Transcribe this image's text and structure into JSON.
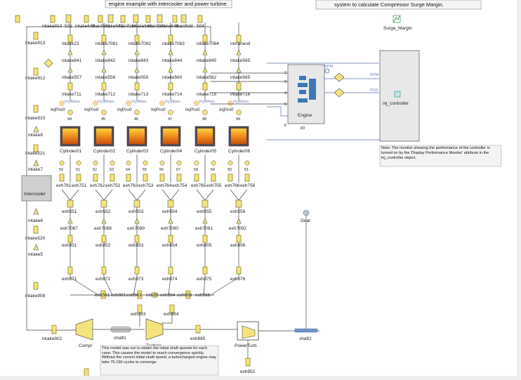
{
  "header": {
    "title_left": "engine example with intercooler and power turbine.",
    "title_right": "system to calculate Compressor Surge Margin."
  },
  "top_row": [
    "intake914",
    "531",
    "intake640",
    "manifold",
    "intake642",
    "manifold",
    "intake644",
    "manifold",
    "intake646",
    "manifold",
    "504"
  ],
  "left_column": [
    "intake913",
    "intake912",
    "intake910",
    "intake8",
    "intake521",
    "intake7",
    "intake6",
    "intake520",
    "intake5",
    "intake908",
    "intake902"
  ],
  "intercooler": "Intercooler",
  "cylinders": [
    {
      "name": "Cylinder01",
      "runner_top": "intake23",
      "runner_a": "intake841",
      "runner_b": "intake557",
      "runner_c": "intake711",
      "inj": "InjPro0",
      "inj_val": "44",
      "valves": [
        "50",
        "51"
      ],
      "exh_ports": [
        "exh761",
        "exh751"
      ],
      "exh_a": "exh551",
      "exh_b": "exh7087",
      "exh_c": "exh851",
      "exh_d": "exh871"
    },
    {
      "name": "Cylinder02",
      "runner_top": "intake7081",
      "runner_a": "intake842",
      "runner_b": "intake558",
      "runner_c": "intake712",
      "inj": "InjPro0",
      "inj_val": "45",
      "valves": [
        "52",
        "53"
      ],
      "exh_ports": [
        "exh762",
        "exh752"
      ],
      "exh_a": "exh552",
      "exh_b": "exh7088",
      "exh_c": "exh852",
      "exh_d": "exh872"
    },
    {
      "name": "Cylinder03",
      "runner_top": "intake7082",
      "runner_a": "intake843",
      "runner_b": "intake559",
      "runner_c": "intake713",
      "inj": "InjPro0",
      "inj_val": "46",
      "valves": [
        "54",
        "55"
      ],
      "exh_ports": [
        "exh763",
        "exh753"
      ],
      "exh_a": "exh553",
      "exh_b": "exh7089",
      "exh_c": "exh853",
      "exh_d": "exh873"
    },
    {
      "name": "Cylinder04",
      "runner_top": "intake7083",
      "runner_a": "intake844",
      "runner_b": "intake560",
      "runner_c": "intake714",
      "inj": "InjPro0",
      "inj_val": "47",
      "valves": [
        "56",
        "57"
      ],
      "exh_ports": [
        "exh764",
        "exh754"
      ],
      "exh_a": "exh554",
      "exh_b": "exh7090",
      "exh_c": "exh854",
      "exh_d": "exh874"
    },
    {
      "name": "Cylinder05",
      "runner_top": "intake7084",
      "runner_a": "intake845",
      "runner_b": "intake562",
      "runner_c": "intake715",
      "inj": "InjPro0",
      "inj_val": "48",
      "valves": [
        "58",
        "59"
      ],
      "exh_ports": [
        "exh765",
        "exh755"
      ],
      "exh_a": "exh555",
      "exh_b": "exh7091",
      "exh_c": "exh855",
      "exh_d": "exh875"
    },
    {
      "name": "Cylinder06",
      "runner_top": "inmanend",
      "runner_a": "intake565",
      "runner_b": "intake565",
      "runner_c": "intake716",
      "inj": "InjPro0",
      "inj_val": "49",
      "valves": [
        "60",
        "61"
      ],
      "exh_ports": [
        "exh766",
        "exh756"
      ],
      "exh_a": "exh556",
      "exh_b": "exh7092",
      "exh_c": "exh856",
      "exh_d": "exh876"
    }
  ],
  "inj_mass_label": "Inj_Mass",
  "exhaust_collector": [
    "exh561",
    "exh881",
    "exh563",
    "exh85",
    "exh564",
    "exh886",
    "exh566"
  ],
  "exh883": "exh883",
  "exh884": "exh884",
  "engine": {
    "label": "Engine",
    "port_a": "2",
    "port_b": "3",
    "port_c": "4",
    "port_d": "5",
    "port_e": "6",
    "value": "83"
  },
  "rpm_label": "RPM",
  "rpm_label2": "RPM",
  "pos_label": "POS",
  "surge_margin": "Surge_Margin",
  "inj_controller": "inj_controller",
  "note_right": "Note: The monitor showing the performance of the controller is turned on by the 'Display Performance Monitor' attribute in the inj_controller object.",
  "gear": "Gear",
  "compressor": "Compr",
  "shaft1": "shaft1",
  "turbine": "Turbine",
  "exh885": "exh885",
  "power_turb": "PowerTurb",
  "shaft2": "shaft2",
  "exh952": "exh952",
  "note_bottom": "This model was run to obtain the initial shaft speeds for each case. This causes the model to reach convergence quickly. Without the correct initial shaft speed, a turbocharged engine may take 75-150 cycles to converge.",
  "colors": {
    "pipe": "#f3e37a",
    "cylinder": "#e8891a",
    "orifice": "#1f7f7f",
    "engine_icon": "#3a78b8"
  }
}
